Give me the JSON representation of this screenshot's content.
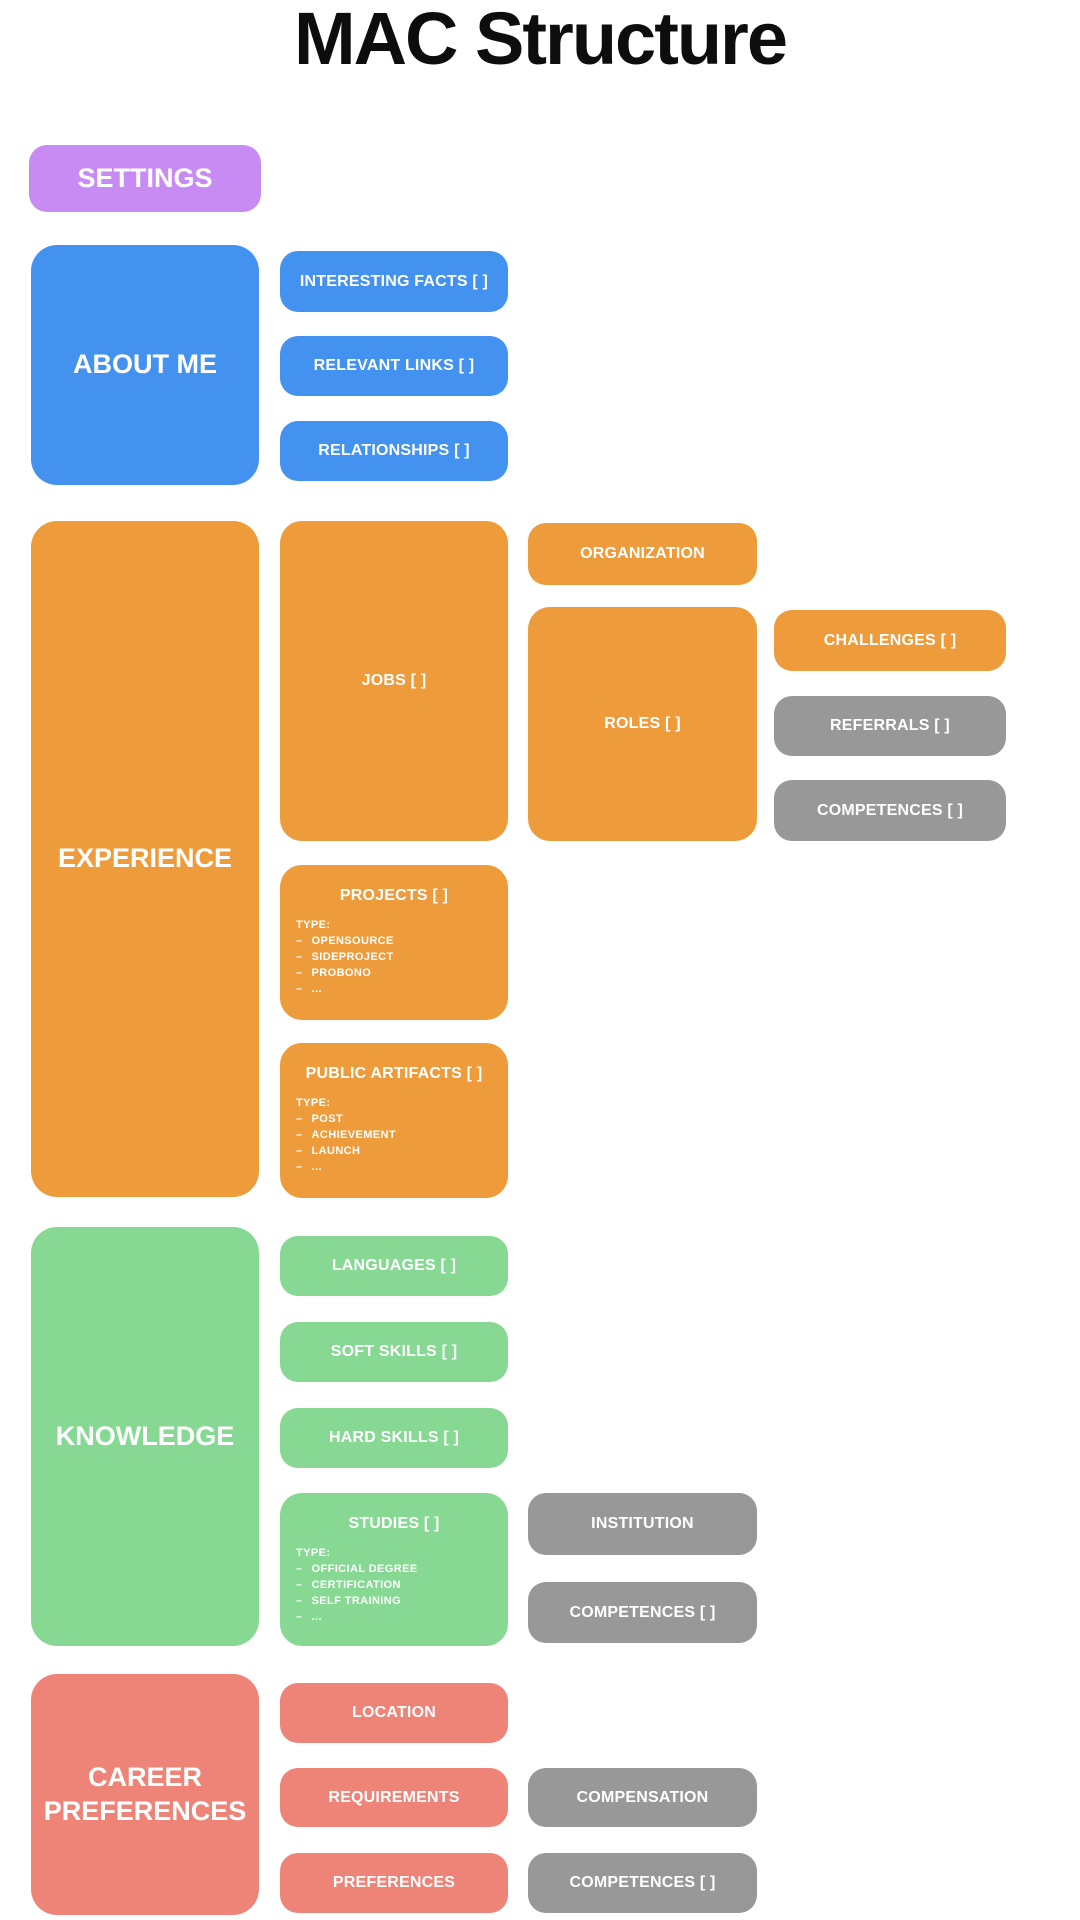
{
  "page": {
    "title": "MAC Structure"
  },
  "colors": {
    "purple": "#c88bf3",
    "blue": "#4492f0",
    "orange": "#ee9b3c",
    "green": "#86d893",
    "salmon": "#ee8377",
    "gray": "#989898",
    "text": "#ffffff",
    "title_text": "#0d0d0d",
    "background": "#ffffff"
  },
  "settings": {
    "label": "SETTINGS"
  },
  "about_me": {
    "label": "ABOUT ME",
    "interesting_facts": "INTERESTING FACTS [ ]",
    "relevant_links": "RELEVANT LINKS [ ]",
    "relationships": "RELATIONSHIPS [ ]"
  },
  "experience": {
    "label": "EXPERIENCE",
    "jobs": {
      "label": "JOBS [ ]",
      "organization": "ORGANIZATION",
      "roles": {
        "label": "ROLES [ ]",
        "challenges": "CHALLENGES [ ]",
        "referrals": "REFERRALS [ ]",
        "competences": "COMPETENCES [ ]"
      }
    },
    "projects": {
      "label": "PROJECTS [ ]",
      "type_heading": "TYPE:",
      "types": [
        "OPENSOURCE",
        "SIDEPROJECT",
        "PROBONO",
        "..."
      ]
    },
    "public_artifacts": {
      "label": "PUBLIC ARTIFACTS [ ]",
      "type_heading": "TYPE:",
      "types": [
        "POST",
        "ACHIEVEMENT",
        "LAUNCH",
        "..."
      ]
    }
  },
  "knowledge": {
    "label": "KNOWLEDGE",
    "languages": "LANGUAGES [ ]",
    "soft_skills": "SOFT SKILLS [ ]",
    "hard_skills": "HARD SKILLS [ ]",
    "studies": {
      "label": "STUDIES [ ]",
      "type_heading": "TYPE:",
      "types": [
        "OFFICIAL DEGREE",
        "CERTIFICATION",
        "SELF TRAINING",
        "..."
      ],
      "institution": "INSTITUTION",
      "competences": "COMPETENCES [ ]"
    }
  },
  "career_preferences": {
    "label": "CAREER PREFERENCES",
    "location": "LOCATION",
    "requirements": {
      "label": "REQUIREMENTS",
      "compensation": "COMPENSATION"
    },
    "preferences": {
      "label": "PREFERENCES",
      "competences": "COMPETENCES [ ]"
    }
  }
}
